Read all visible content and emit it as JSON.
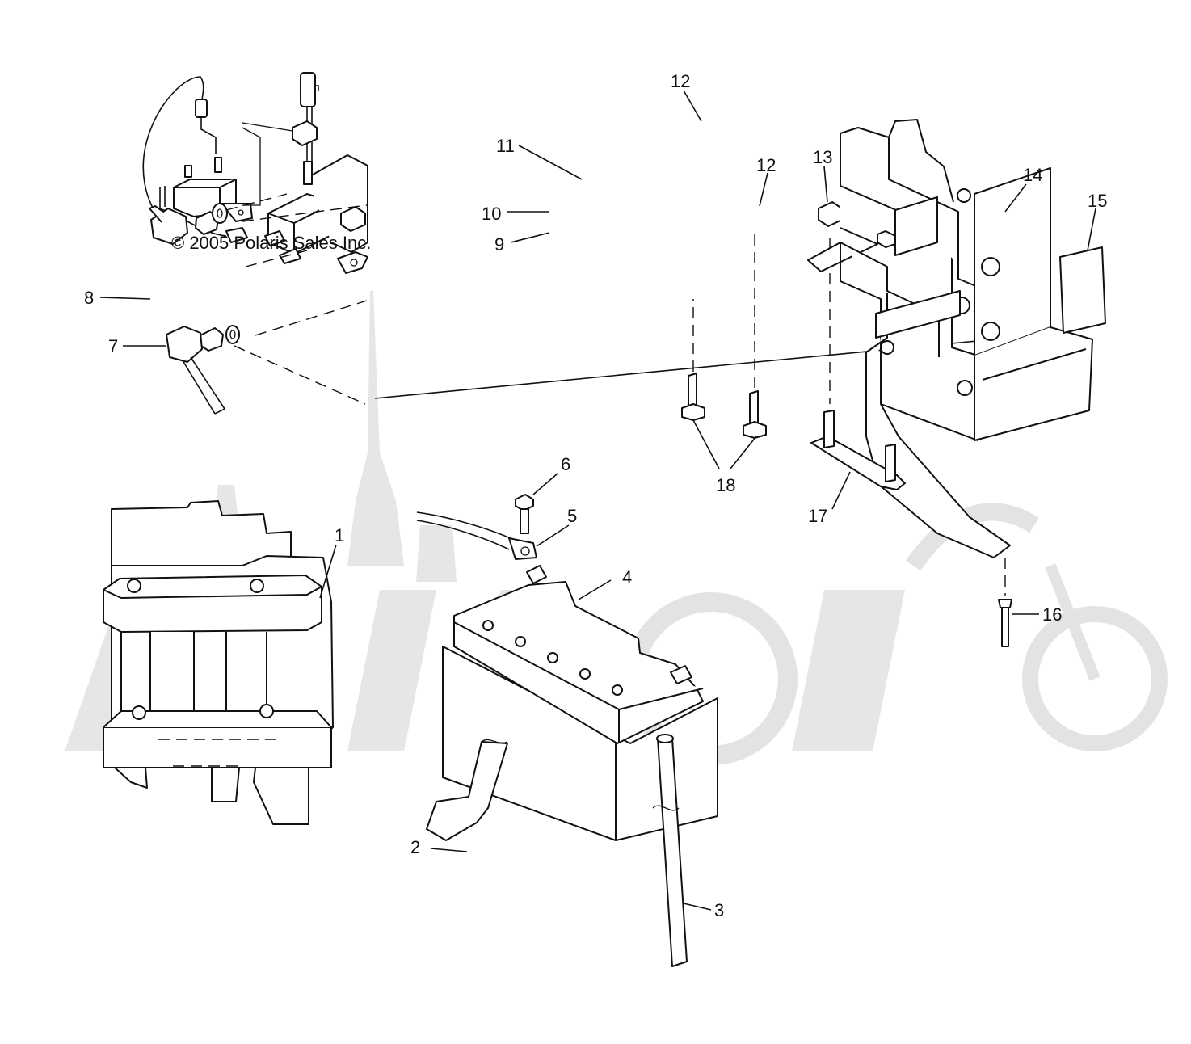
{
  "copyright": "© 2005 Polaris Sales Inc.",
  "callouts": [
    {
      "id": "1",
      "label": "1"
    },
    {
      "id": "2",
      "label": "2"
    },
    {
      "id": "3",
      "label": "3"
    },
    {
      "id": "4",
      "label": "4"
    },
    {
      "id": "5",
      "label": "5"
    },
    {
      "id": "6",
      "label": "6"
    },
    {
      "id": "7",
      "label": "7"
    },
    {
      "id": "8",
      "label": "8"
    },
    {
      "id": "9",
      "label": "9"
    },
    {
      "id": "10",
      "label": "10"
    },
    {
      "id": "11",
      "label": "11"
    },
    {
      "id": "12a",
      "label": "12"
    },
    {
      "id": "12b",
      "label": "12"
    },
    {
      "id": "13",
      "label": "13"
    },
    {
      "id": "14",
      "label": "14"
    },
    {
      "id": "15",
      "label": "15"
    },
    {
      "id": "16",
      "label": "16"
    },
    {
      "id": "17",
      "label": "17"
    },
    {
      "id": "18",
      "label": "18"
    }
  ]
}
